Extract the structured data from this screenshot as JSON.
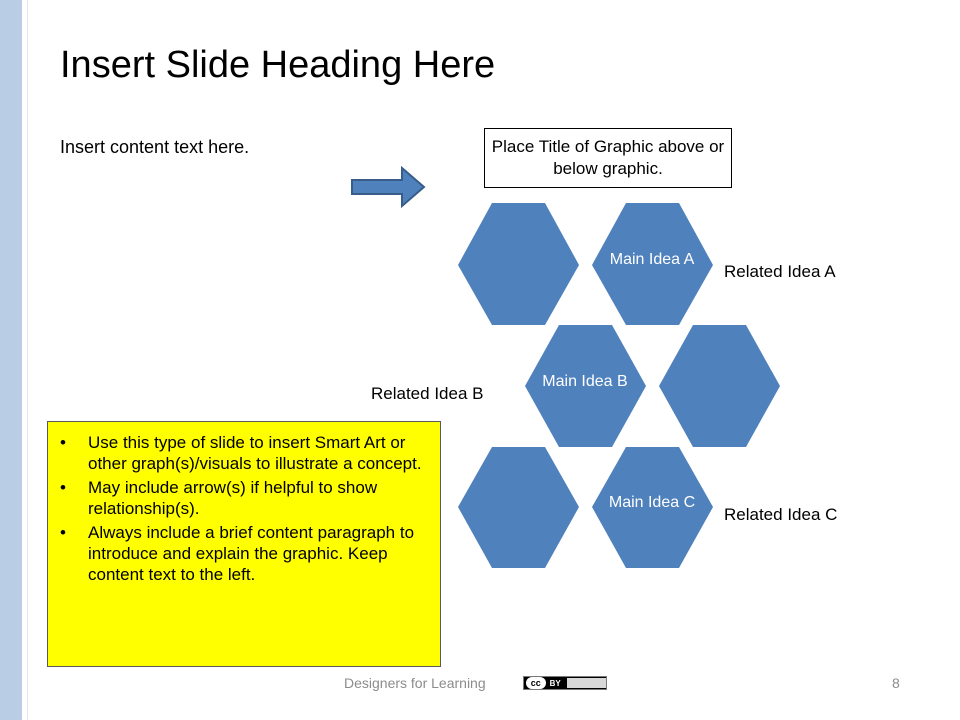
{
  "slide": {
    "heading": "Insert Slide Heading Here",
    "content_text": "Insert content text here.",
    "graphic_title": "Place Title of Graphic above or below graphic."
  },
  "graphic": {
    "main_ideas": [
      "Main Idea A",
      "Main Idea B",
      "Main Idea C"
    ],
    "related_ideas": [
      "Related Idea A",
      "Related Idea B",
      "Related Idea C"
    ],
    "hex_color": "#4f81bd"
  },
  "note": {
    "bullets": [
      "Use this type of slide to insert Smart Art or other graph(s)/visuals to illustrate a concept.",
      "May include arrow(s) if helpful to show relationship(s).",
      "Always include a brief content paragraph to introduce and explain the graphic. Keep content text to the left."
    ],
    "bullet_glyph": "•",
    "background": "#ffff00"
  },
  "footer": {
    "text": "Designers for Learning",
    "license_logo_text": "cc",
    "license_text": "BY",
    "page_number": "8"
  },
  "colors": {
    "side_bar": "#b9cde5",
    "arrow": "#4f81bd"
  }
}
